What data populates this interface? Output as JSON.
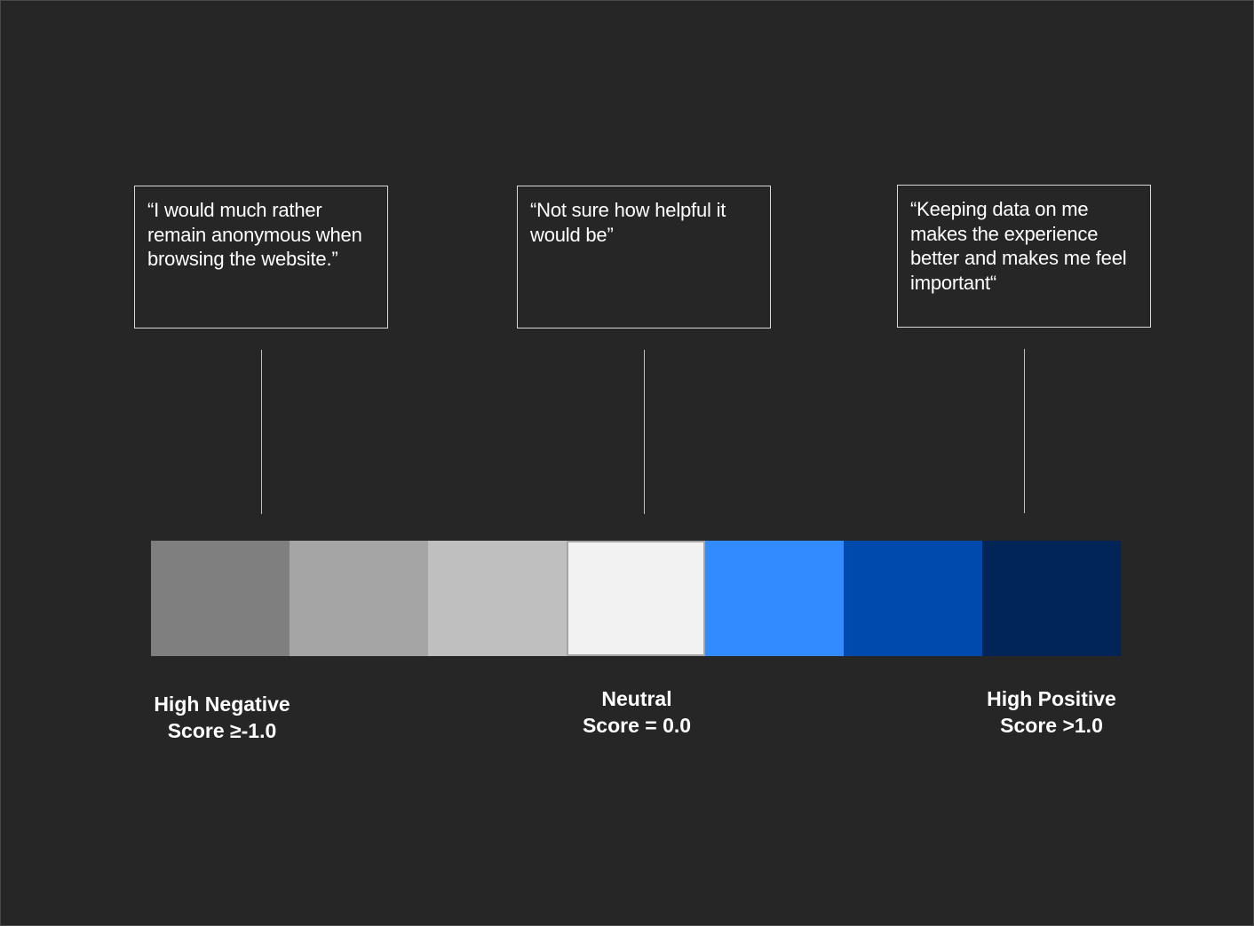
{
  "quotes": [
    {
      "text": "“I would much rather remain anonymous when browsing the website.”"
    },
    {
      "text": "“Not sure how helpful it would be”"
    },
    {
      "text": "“Keeping data on me makes the experience better and makes me feel important“"
    }
  ],
  "scale": {
    "segment_colors": [
      "#7f7f7f",
      "#a5a5a5",
      "#bfbfbf",
      "#f2f2f2",
      "#338cff",
      "#004aad",
      "#002556"
    ]
  },
  "labels": {
    "negative": {
      "line1": "High Negative",
      "line2": "Score ≥-1.0"
    },
    "neutral": {
      "line1": "Neutral",
      "line2": "Score = 0.0"
    },
    "positive": {
      "line1": "High Positive",
      "line2": "Score >1.0"
    }
  }
}
